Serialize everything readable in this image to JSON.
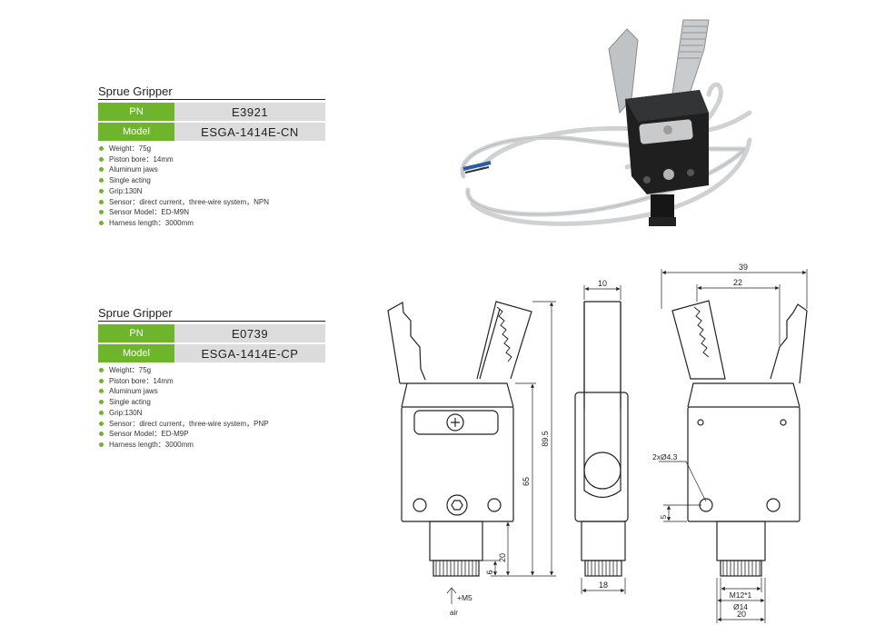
{
  "products": [
    {
      "title": "Sprue Gripper",
      "pn_label": "PN",
      "pn": "E3921",
      "model_label": "Model",
      "model": "ESGA-1414E-CN",
      "features": [
        "Weight：75g",
        "Piston bore：14mm",
        "Aluminum jaws",
        "Single acting",
        "Grip:130N",
        "Sensor：direct current，three-wire system，NPN",
        "Sensor Model：ED-M9N",
        "Harness length：3000mm"
      ]
    },
    {
      "title": "Sprue Gripper",
      "pn_label": "PN",
      "pn": "E0739",
      "model_label": "Model",
      "model": "ESGA-1414E-CP",
      "features": [
        "Weight：75g",
        "Piston bore：14mm",
        "Aluminum jaws",
        "Single acting",
        "Grip:130N",
        "Sensor：direct current，three-wire system，PNP",
        "Sensor Model：ED-M9P",
        "Harness length：3000mm"
      ]
    }
  ],
  "drawing": {
    "dim_89_5": "89.5",
    "dim_65": "65",
    "dim_20_h": "20",
    "dim_6": "6",
    "dim_10": "10",
    "dim_18": "18",
    "dim_39": "39",
    "dim_22": "22",
    "dim_hole": "2xØ4.3",
    "dim_5": "5",
    "dim_thread": "M12*1",
    "dim_d14": "Ø14",
    "dim_20_w": "20",
    "port": "+M5",
    "air": "air"
  },
  "colors": {
    "accent_green": "#6fb52c",
    "value_gray": "#dcdcdc"
  }
}
